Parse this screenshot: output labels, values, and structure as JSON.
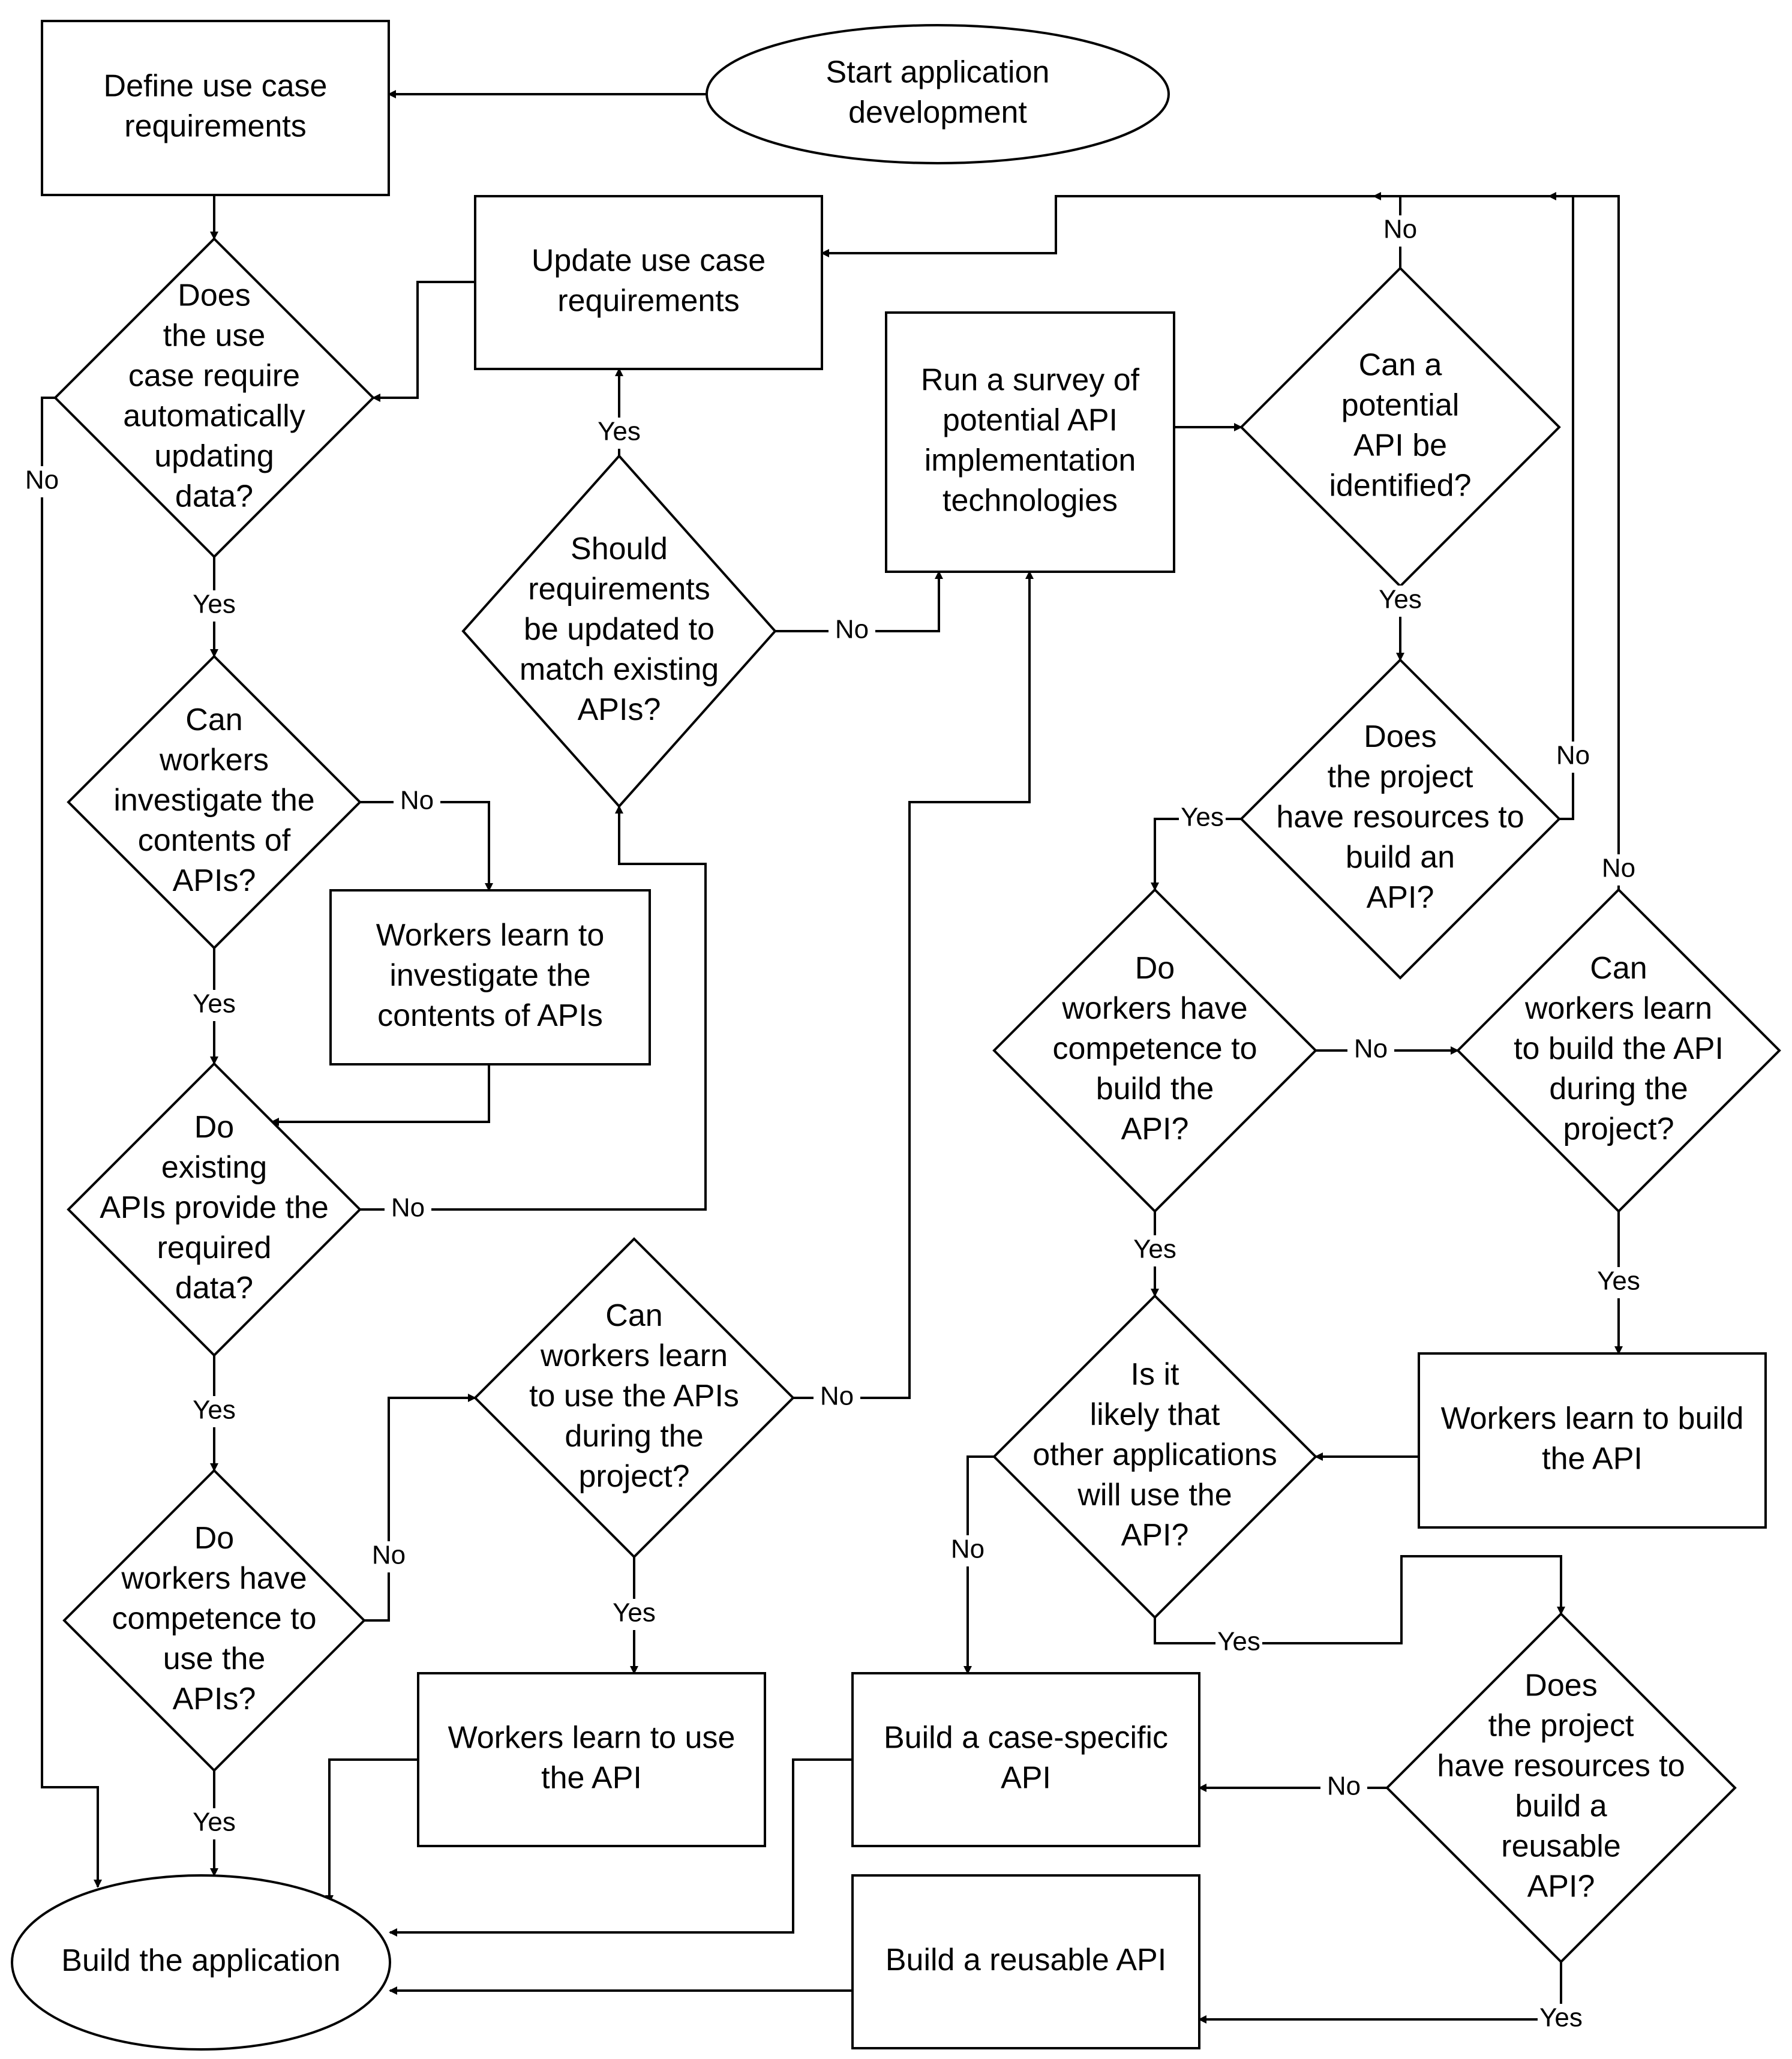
{
  "nodes": {
    "start": [
      "Start application",
      "development"
    ],
    "define": [
      "Define use case",
      "requirements"
    ],
    "update": [
      "Update use case",
      "requirements"
    ],
    "survey": [
      "Run a survey of",
      "potential API",
      "implementation",
      "technologies"
    ],
    "can_identify": [
      "Can a",
      "potential",
      "API be",
      "identified?"
    ],
    "auto_update": [
      "Does",
      "the use",
      "case require",
      "automatically",
      "updating",
      "data?"
    ],
    "should_update": [
      "Should",
      "requirements",
      "be updated to",
      "match existing",
      "APIs?"
    ],
    "can_investigate": [
      "Can",
      "workers",
      "investigate the",
      "contents of",
      "APIs?"
    ],
    "learn_investigate": [
      "Workers learn to",
      "investigate the",
      "contents of APIs"
    ],
    "resources_build": [
      "Does",
      "the project",
      "have resources to",
      "build an",
      "API?"
    ],
    "competence_build": [
      "Do",
      "workers have",
      "competence to",
      "build the",
      "API?"
    ],
    "learn_build_q": [
      "Can",
      "workers learn",
      "to build the API",
      "during the",
      "project?"
    ],
    "existing_provide": [
      "Do",
      "existing",
      "APIs provide the",
      "required",
      "data?"
    ],
    "learn_use_q": [
      "Can",
      "workers learn",
      "to use the APIs",
      "during the",
      "project?"
    ],
    "likely_other": [
      "Is it",
      "likely that",
      "other applications",
      "will use the",
      "API?"
    ],
    "learn_build": [
      "Workers learn to build",
      "the API"
    ],
    "competence_use": [
      "Do",
      "workers have",
      "competence to",
      "use the",
      "APIs?"
    ],
    "learn_use": [
      "Workers learn to use",
      "the API"
    ],
    "case_specific": [
      "Build a case-specific",
      "API"
    ],
    "resources_reusable": [
      "Does",
      "the project",
      "have resources to",
      "build a",
      "reusable",
      "API?"
    ],
    "reusable": [
      "Build a reusable API"
    ],
    "build_app": [
      "Build the application"
    ]
  },
  "labels": {
    "yes": "Yes",
    "no": "No"
  },
  "colors": {
    "stroke": "#000000",
    "background": "#ffffff"
  }
}
